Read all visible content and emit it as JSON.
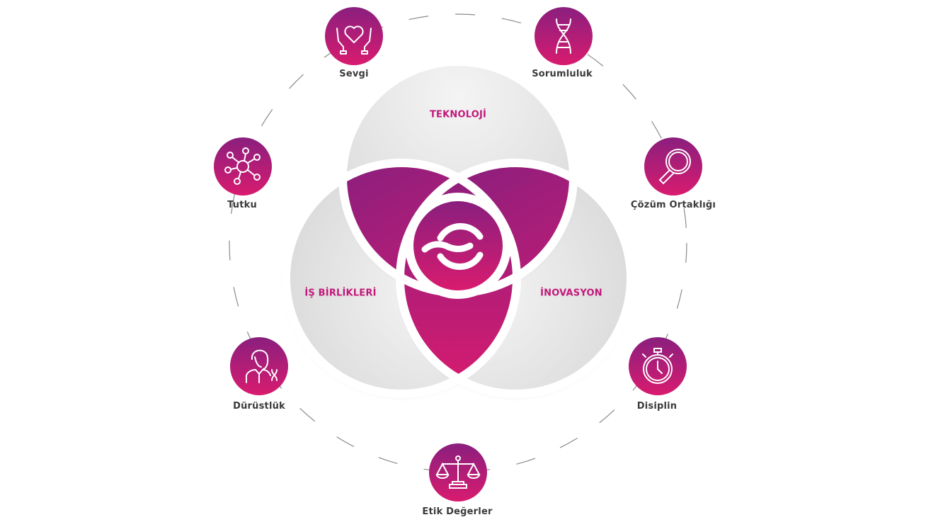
{
  "lobes": {
    "top": "TEKNOLOJİ",
    "left": "İŞ BİRLİKLERİ",
    "right": "İNOVASYON"
  },
  "values": [
    {
      "label": "Sevgi",
      "icon": "heart-hands-icon"
    },
    {
      "label": "Sorumluluk",
      "icon": "dna-icon"
    },
    {
      "label": "Çözüm Ortaklığı",
      "icon": "magnifier-icon"
    },
    {
      "label": "Tutku",
      "icon": "network-icon"
    },
    {
      "label": "Disiplin",
      "icon": "stopwatch-icon"
    },
    {
      "label": "Dürüstlük",
      "icon": "person-icon"
    },
    {
      "label": "Etik Değerler",
      "icon": "scales-icon"
    }
  ],
  "colors": {
    "accent": "#c2187a",
    "gradient_top": "#8a1f7e",
    "gradient_bottom": "#d81b6f",
    "circle_gray": "#e2e2e2",
    "text": "#3a3a3a"
  }
}
